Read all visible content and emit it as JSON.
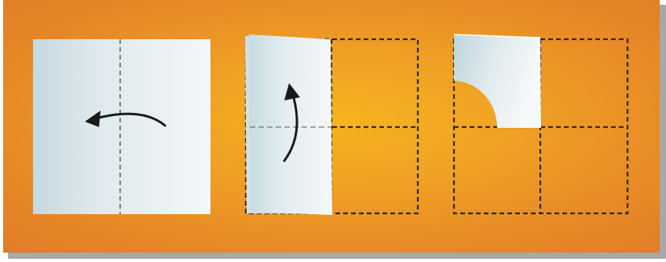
{
  "diagram": {
    "description_steps": 3,
    "colors": {
      "background_center": "#f6b320",
      "background_edge": "#e07c27",
      "paper_light": "#f2f6f8",
      "paper_shade": "#c9dde4",
      "guide_line": "#333333",
      "arrow": "#1a1a1a"
    },
    "steps": [
      {
        "id": "step-1",
        "fold_direction": "right-to-left"
      },
      {
        "id": "step-2",
        "fold_direction": "bottom-to-top"
      },
      {
        "id": "step-3",
        "cut_shape": "quarter-circle"
      }
    ]
  }
}
